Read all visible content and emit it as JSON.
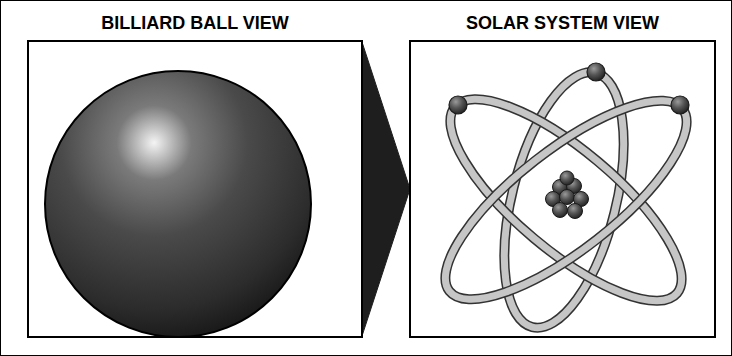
{
  "diagram": {
    "nodes": [
      {
        "text": [
          "BILLIARD BALL VIEW"
        ]
      },
      {
        "text": [
          "SOLAR SYSTEM VIEW"
        ]
      }
    ],
    "edges": [
      {
        "from": 0,
        "to": 1,
        "arrow": "to"
      }
    ]
  }
}
